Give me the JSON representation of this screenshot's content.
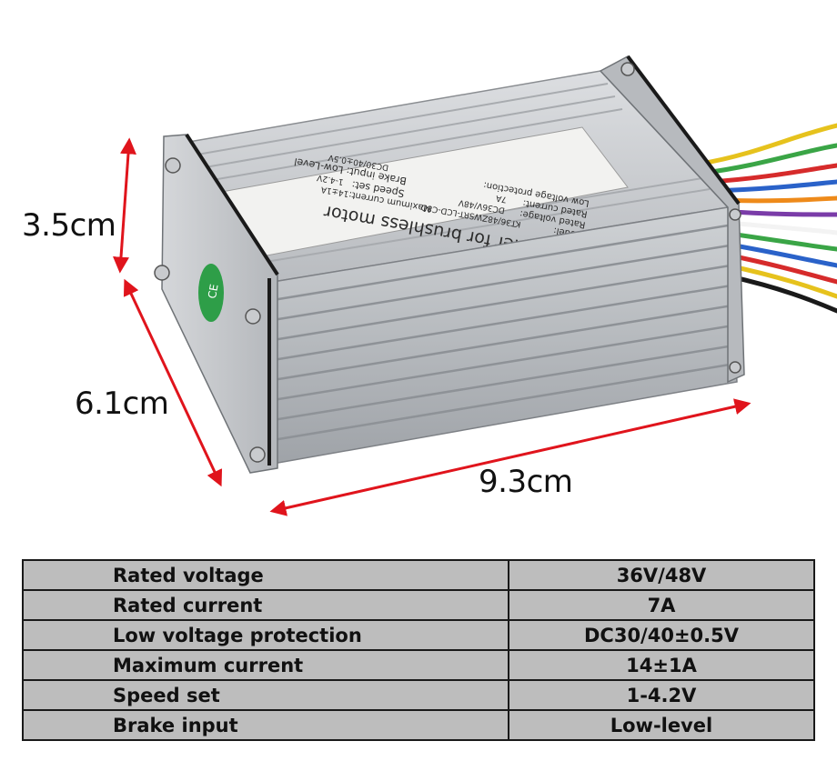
{
  "dimensions": {
    "height": "3.5cm",
    "width": "6.1cm",
    "length": "9.3cm"
  },
  "product_label": {
    "title": "Controller for brushless motor",
    "lines": [
      "Model:",
      "KT36/48ZWSRT-LCD-C8D",
      "Rated voltage:",
      "DC36V/48V",
      "Rated current:",
      "7A",
      "Low voltage protection:",
      "DC30/40±0.5V",
      "Maximum current:",
      "14±1A",
      "Speed set:",
      "1-4.2V",
      "Brake input: Low-Level"
    ],
    "ce_mark": "CE"
  },
  "colors": {
    "arrow": "#e0141c",
    "housing": "#c4c7cb",
    "table_fill": "#bdbdbd",
    "table_border": "#1a1a1a",
    "ce_badge": "#2e9e48"
  },
  "specs": [
    {
      "label": "Rated voltage",
      "value": "36V/48V"
    },
    {
      "label": "Rated current",
      "value": "7A"
    },
    {
      "label": "Low voltage protection",
      "value": "DC30/40±0.5V"
    },
    {
      "label": "Maximum current",
      "value": "14±1A"
    },
    {
      "label": "Speed set",
      "value": "1-4.2V"
    },
    {
      "label": "Brake input",
      "value": "Low-level"
    }
  ]
}
